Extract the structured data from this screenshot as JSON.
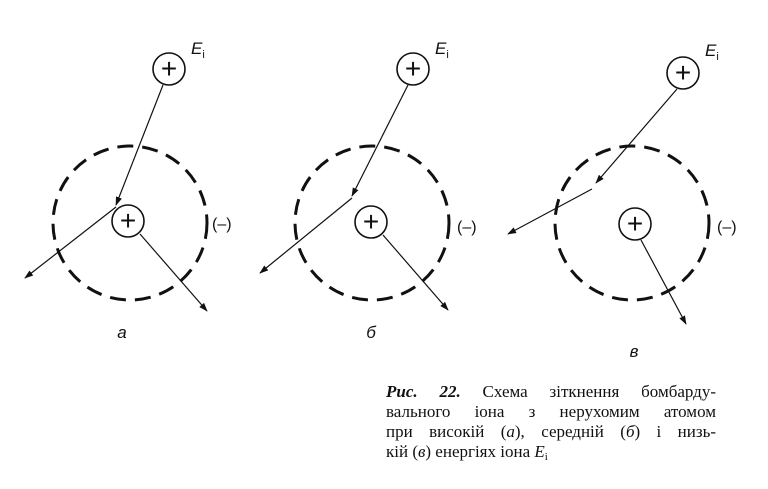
{
  "panels": [
    {
      "label": "а",
      "ion_label": "E",
      "ion_sub": "i",
      "charge_symbol": "+",
      "cloud_label": "(–)"
    },
    {
      "label": "б",
      "ion_label": "E",
      "ion_sub": "i",
      "charge_symbol": "+",
      "cloud_label": "(–)"
    },
    {
      "label": "в",
      "ion_label": "E",
      "ion_sub": "i",
      "charge_symbol": "+",
      "cloud_label": "(–)"
    }
  ],
  "caption": {
    "label": "Рис. 22.",
    "line1": "Схема зіткнення бомбарду-",
    "line2": "вального іона з нерухомим атомом",
    "line3_a": "при високій (",
    "line3_var": "а",
    "line3_b": "), середній (",
    "line3_var2": "б",
    "line3_c": ") і низь-",
    "line4_a": "кій (",
    "line4_var": "в",
    "line4_b": ") енергіях іона ",
    "line4_E": "E",
    "line4_sub": "i"
  },
  "colors": {
    "ink": "#111111",
    "background": "#ffffff"
  }
}
